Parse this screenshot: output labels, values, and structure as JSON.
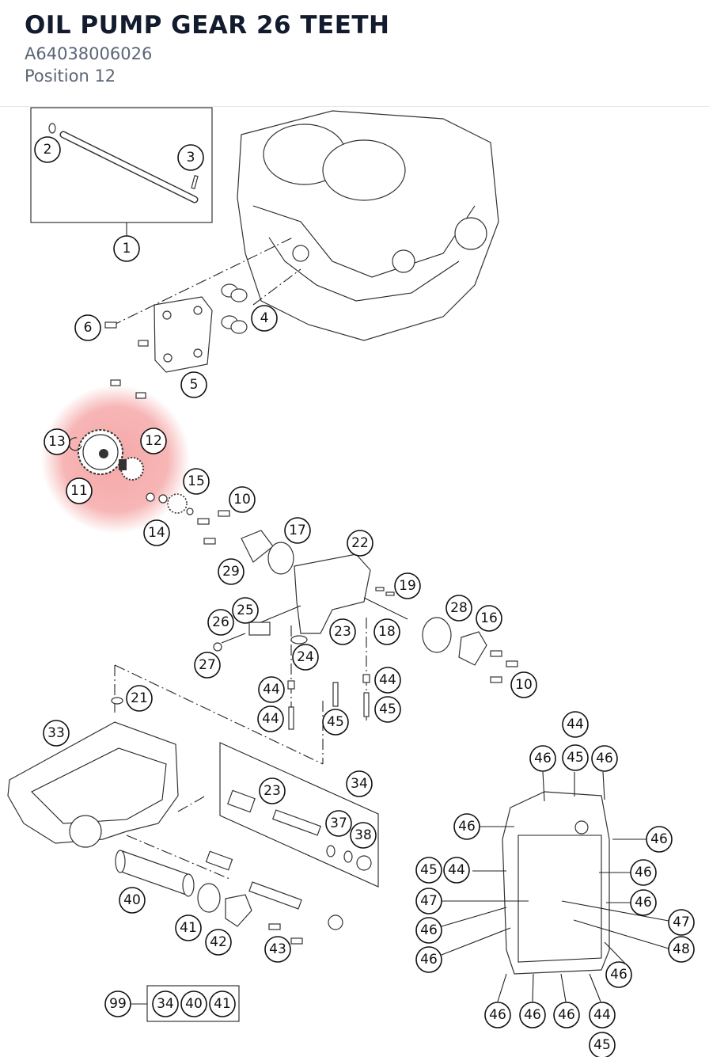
{
  "header": {
    "title": "OIL PUMP GEAR 26 TEETH",
    "part_number": "A64038006026",
    "position": "Position 12"
  },
  "highlight_color": "#f5a3a3",
  "callouts": [
    "1",
    "2",
    "3",
    "4",
    "5",
    "6",
    "10",
    "11",
    "12",
    "13",
    "14",
    "15",
    "10",
    "17",
    "22",
    "29",
    "19",
    "25",
    "26",
    "28",
    "16",
    "18",
    "23",
    "24",
    "27",
    "10",
    "21",
    "44",
    "44",
    "45",
    "45",
    "45",
    "33",
    "23",
    "34",
    "37",
    "38",
    "40",
    "41",
    "42",
    "43",
    "99",
    "34",
    "40",
    "41",
    "44",
    "46",
    "45",
    "46",
    "46",
    "46",
    "46",
    "45",
    "44",
    "46",
    "46",
    "47",
    "46",
    "47",
    "46",
    "48",
    "46",
    "46",
    "46",
    "46",
    "46",
    "44",
    "45"
  ]
}
